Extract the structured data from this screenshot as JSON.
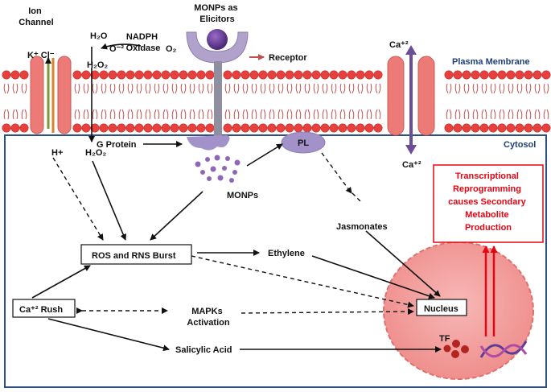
{
  "labels": {
    "ion_channel": "Ion\nChannel",
    "k_cl": "K⁺ Cl⁻",
    "h2o": "H₂O",
    "o2_minus": "O⁻²",
    "nadph_oxidase": "NADPH\nOxidase",
    "o2": "O₂",
    "h2o2_top": "H₂O₂",
    "monps_elicitors": "MONPs as\nElicitors",
    "receptor": "Receptor",
    "ca_top": "Ca⁺²",
    "plasma_membrane": "Plasma Membrane",
    "cytosol": "Cytosol",
    "h_plus": "H+",
    "h2o2_bottom": "H₂O₂",
    "g_protein": "G Protein",
    "pl": "PL",
    "ca_bottom": "Ca⁺²",
    "monps": "MONPs",
    "jasmonates": "Jasmonates",
    "ros_rns": "ROS and RNS Burst",
    "ethylene": "Ethylene",
    "ca_rush": "Ca⁺² Rush",
    "mapks": "MAPKs\nActivation",
    "salicylic_acid": "Salicylic Acid",
    "nucleus": "Nucleus",
    "tf": "TF",
    "transcriptional": "Transcriptional\nReprogramming\ncauses Secondary\nMetabolite\nProduction"
  },
  "colors": {
    "membrane_head": "#e8403c",
    "channel": "#ec7b78",
    "receptor": "#b1a2cc",
    "nucleus": "#f29c9b",
    "cytosol_border": "#2c4f86",
    "accent_red": "#e30613",
    "ca_arrow": "#6a4f96"
  }
}
